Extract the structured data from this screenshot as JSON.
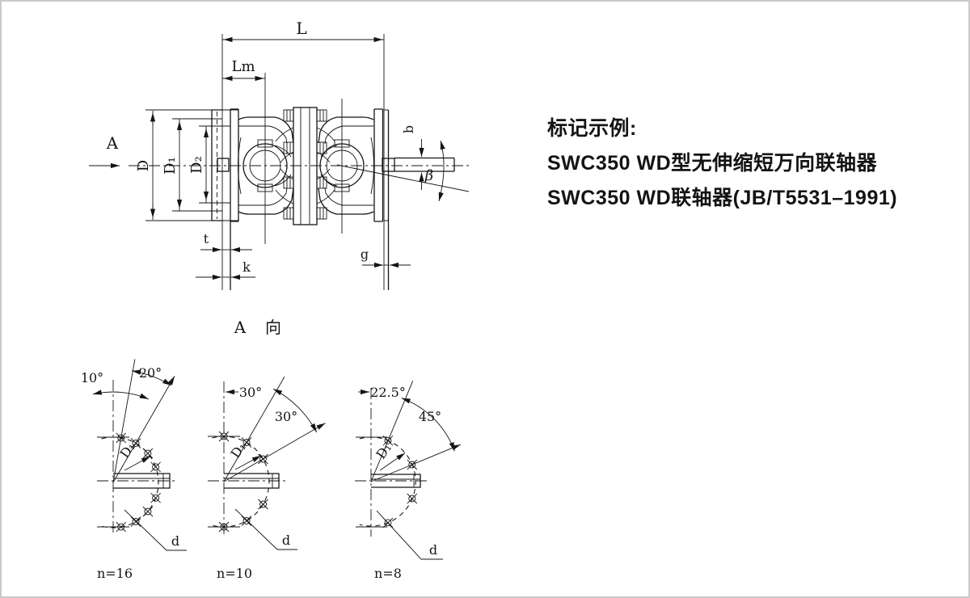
{
  "marking_example": {
    "heading": "标记示例:",
    "line1": "SWC350 WD型无伸缩短万向联轴器",
    "line2": "SWC350 WD联轴器(JB/T5531–1991)"
  },
  "main_view": {
    "dim_overall_length": "L",
    "dim_hub_length": "Lm",
    "view_arrow": "A",
    "dim_outer_diameter": "D",
    "dim_bolt_circle": "D₁",
    "dim_spigot": "D₂",
    "dim_t": "t",
    "dim_k": "k",
    "dim_g": "g",
    "dim_b": "b",
    "dim_angle": "β"
  },
  "view_a": {
    "label_a": "A",
    "label_xiang": "向",
    "patterns": [
      {
        "angle_offset": "10°",
        "angle_pitch": "20°",
        "bolt_circle": "D₁",
        "hole_dia": "d",
        "holes": "n=16"
      },
      {
        "angle_offset": "30°",
        "angle_pitch": "30°",
        "bolt_circle": "D₁",
        "hole_dia": "d",
        "holes": "n=10"
      },
      {
        "angle_offset": "22.5°",
        "angle_pitch": "45°",
        "bolt_circle": "D₁",
        "hole_dia": "d",
        "holes": "n=8"
      }
    ]
  }
}
